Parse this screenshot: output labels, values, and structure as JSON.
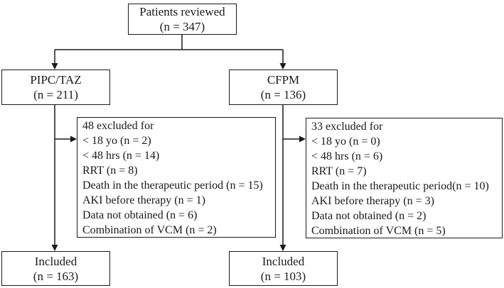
{
  "figure": {
    "type": "patient-flow-diagram",
    "boxes": {
      "patients": {
        "line1": "Patients reviewed",
        "line2": "(n = 347)"
      },
      "pipc": {
        "line1": "PIPC/TAZ",
        "line2": "(n = 211)"
      },
      "cfpm": {
        "line1": "CFPM",
        "line2": "(n = 136)"
      },
      "excl_left": {
        "lines": [
          "48 excluded for",
          "< 18 yo (n = 2)",
          "< 48 hrs (n = 14)",
          "RRT (n = 8)",
          "Death in the therapeutic period (n = 15)",
          "AKI before therapy (n = 1)",
          "Data not obtained (n = 6)",
          "Combination of VCM (n = 2)"
        ]
      },
      "excl_right": {
        "lines": [
          "33 excluded for",
          "< 18 yo (n = 0)",
          "< 48 hrs (n = 6)",
          "RRT (n = 7)",
          "Death in the therapeutic period(n = 10)",
          "AKI before therapy (n = 3)",
          "Data not obtained (n = 2)",
          "Combination of VCM (n = 5)"
        ]
      },
      "incl_left": {
        "line1": "Included",
        "line2": "(n = 163)"
      },
      "incl_right": {
        "line1": "Included",
        "line2": "(n = 103)"
      }
    },
    "colors": {
      "line": "#1a1a1a",
      "background": "#ffffff"
    }
  }
}
